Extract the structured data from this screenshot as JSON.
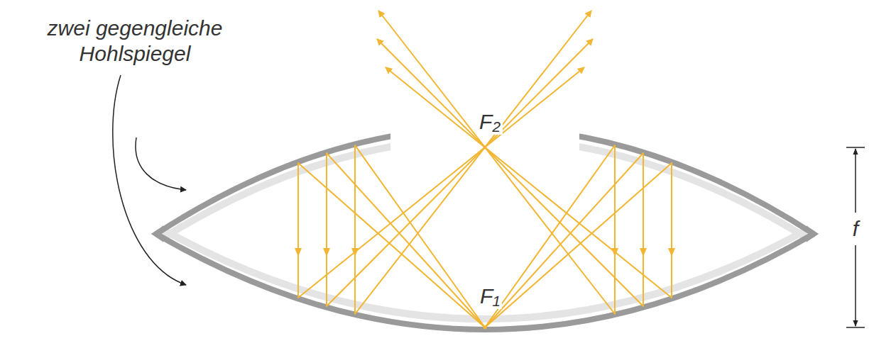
{
  "diagram": {
    "labels": [
      "zwei gegengleiche Hohlspiegel",
      "F₂",
      "F₁",
      "f"
    ]
  }
}
